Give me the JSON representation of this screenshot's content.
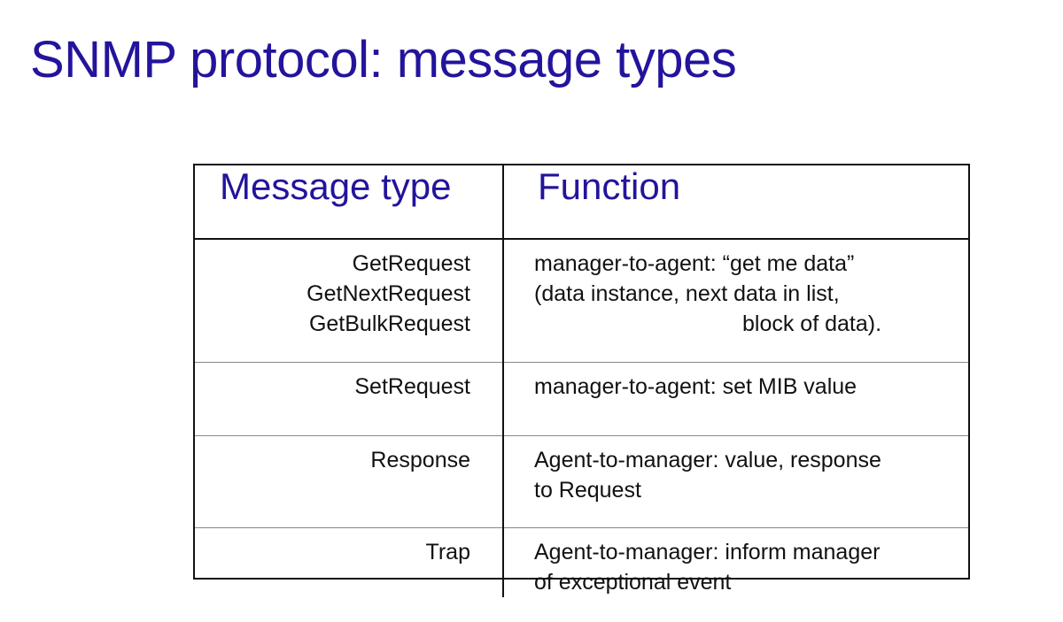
{
  "title": "SNMP protocol: message types",
  "table": {
    "headers": {
      "type": "Message type",
      "function": "Function"
    },
    "rows": [
      {
        "types": [
          "GetRequest",
          "GetNextRequest",
          "GetBulkRequest"
        ],
        "function_lines": [
          "manager-to-agent: “get me data”",
          "(data instance, next data in list,",
          "block of data)."
        ]
      },
      {
        "types": [
          "SetRequest"
        ],
        "function_lines": [
          "manager-to-agent: set MIB value"
        ]
      },
      {
        "types": [
          "Response"
        ],
        "function_lines": [
          "Agent-to-manager: value, response",
          "to Request"
        ]
      },
      {
        "types": [
          "Trap"
        ],
        "function_lines": [
          "Agent-to-manager: inform manager",
          "of exceptional event"
        ]
      }
    ]
  },
  "colors": {
    "title": "#22149c",
    "header_text": "#22149c",
    "body_text": "#111111",
    "border": "#111111"
  }
}
